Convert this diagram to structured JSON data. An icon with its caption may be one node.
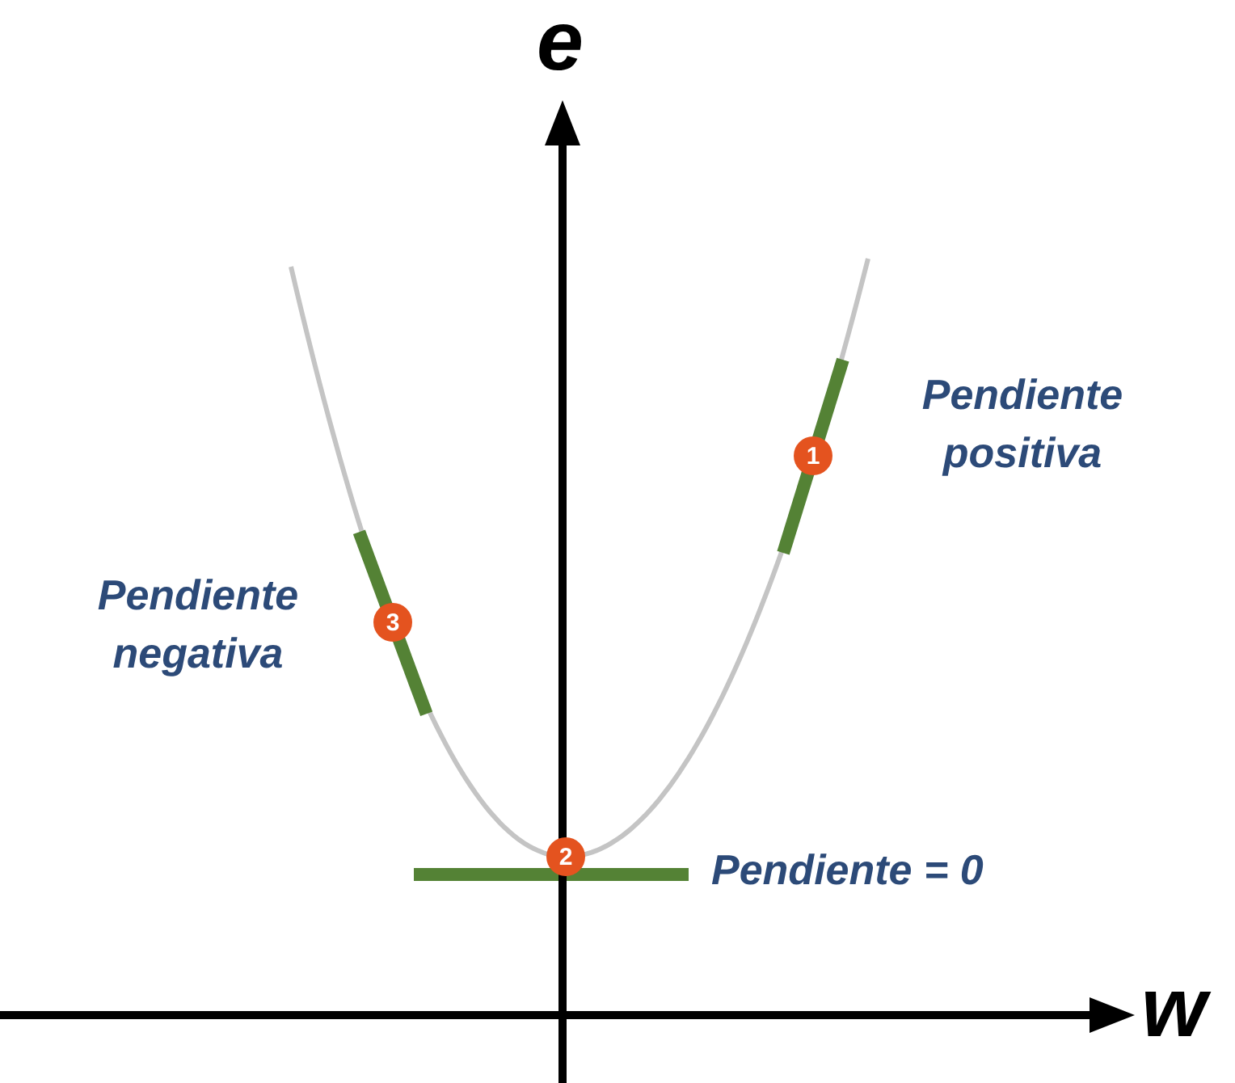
{
  "diagram": {
    "nodes": [
      {
        "text": [
          "1"
        ],
        "beside": [
          "Pendiente positiva"
        ]
      },
      {
        "text": [
          "3"
        ],
        "beside": [
          "Pendiente negativa"
        ]
      },
      {
        "text": [
          "2"
        ],
        "beside": [
          "Pendiente = 0"
        ]
      }
    ],
    "labels": [
      "e",
      "w"
    ]
  }
}
